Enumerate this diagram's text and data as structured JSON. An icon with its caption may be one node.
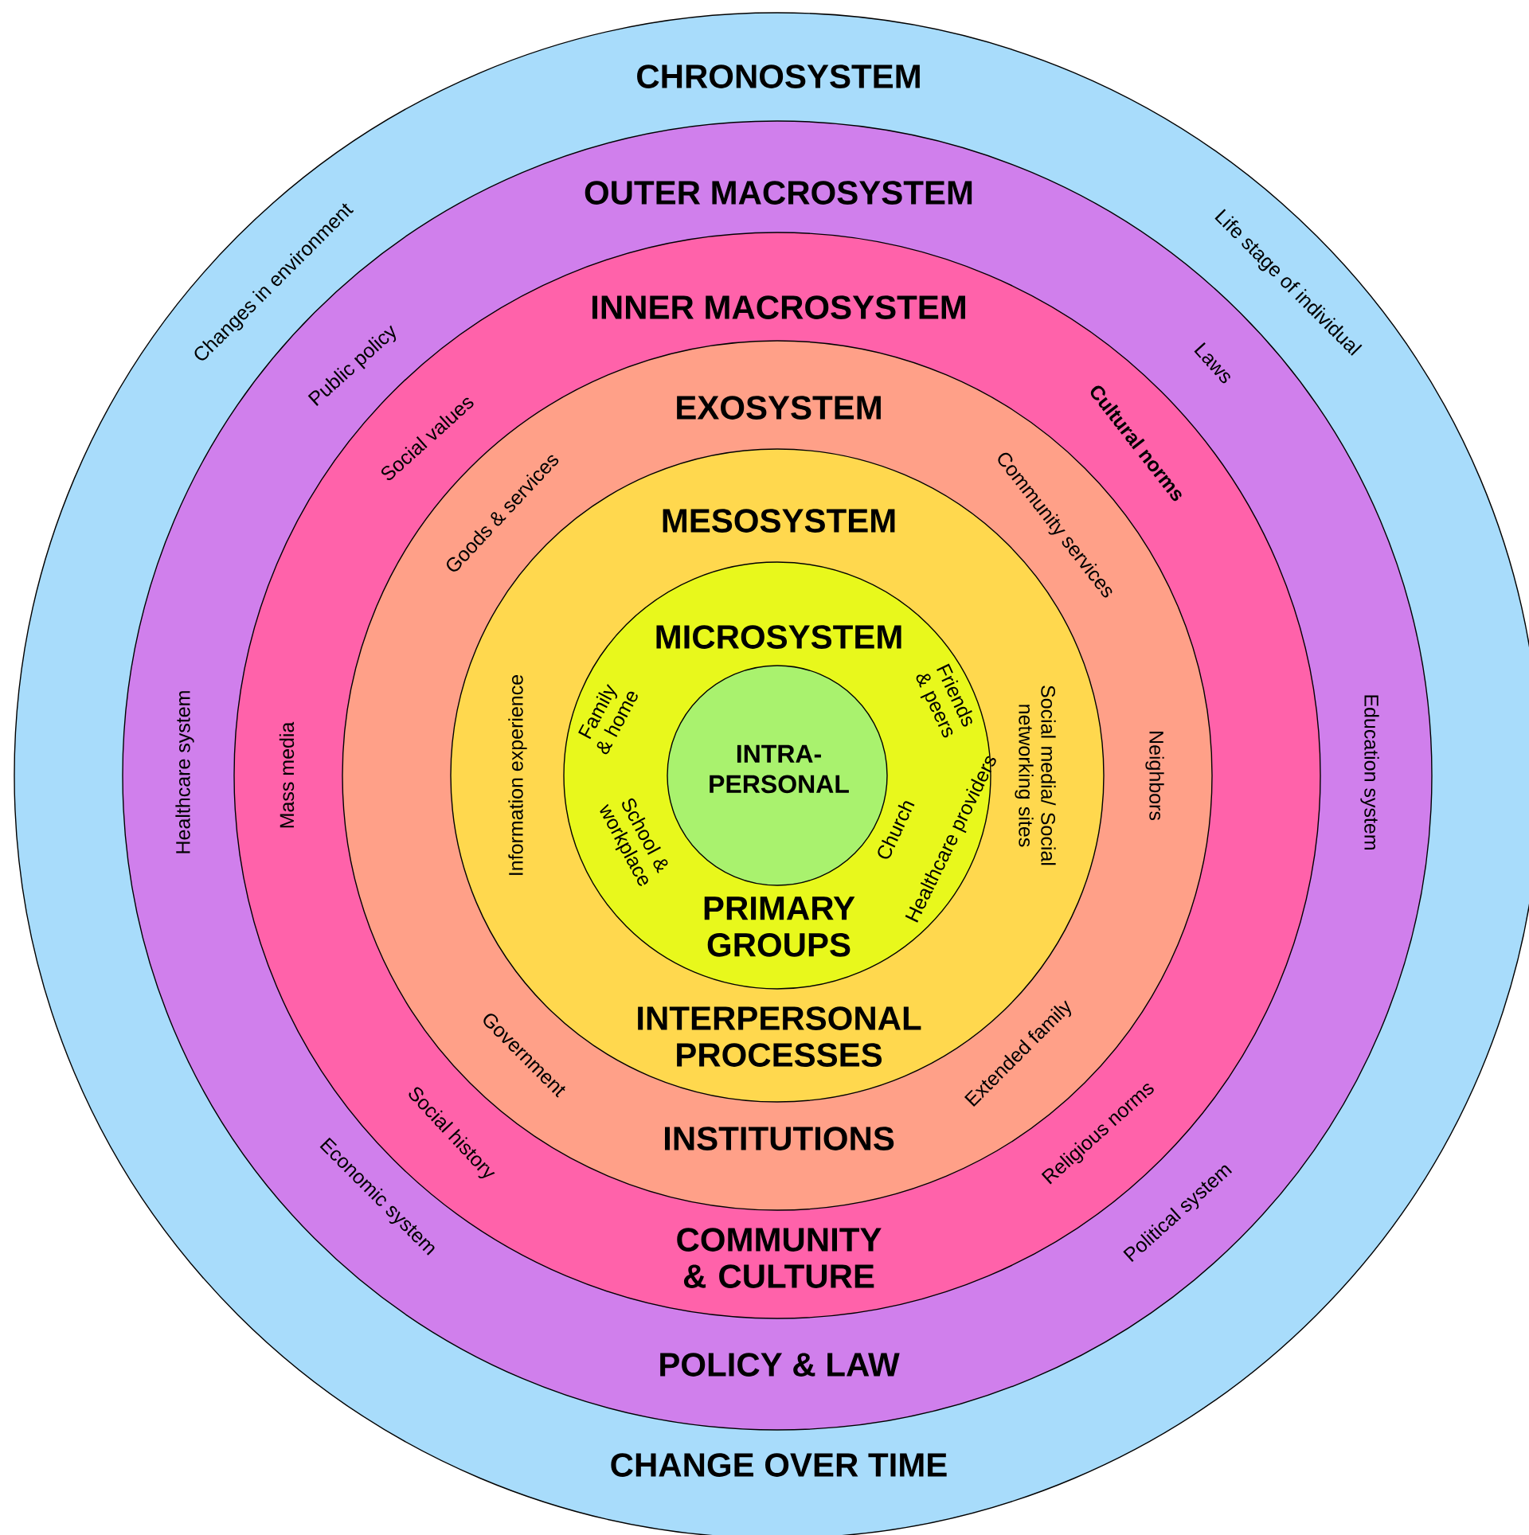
{
  "diagram": {
    "nodes": [
      {
        "text": [
          "CHRONOSYSTEM",
          "CHANGE OVER TIME",
          "Changes in environment",
          "Life stage of individual"
        ]
      },
      {
        "text": [
          "OUTER MACROSYSTEM",
          "POLICY & LAW",
          "Public policy",
          "Laws",
          "Healthcare system",
          "Education system",
          "Economic system",
          "Political system"
        ],
        "in": 0
      },
      {
        "text": [
          "INNER MACROSYSTEM",
          "COMMUNITY & CULTURE",
          "Social values",
          "Cultural norms",
          "Mass media",
          "Social history",
          "Religious norms"
        ],
        "in": 1
      },
      {
        "text": [
          "EXOSYSTEM",
          "INSTITUTIONS",
          "Goods & services",
          "Community services",
          "Neighbors",
          "Government",
          "Extended family"
        ],
        "in": 2
      },
      {
        "text": [
          "MESOSYSTEM",
          "INTERPERSONAL PROCESSES",
          "Information experience",
          "Social media/ Social networking sites"
        ],
        "in": 3
      },
      {
        "text": [
          "MICROSYSTEM",
          "PRIMARY GROUPS",
          "Family & home",
          "Friends & peers",
          "School & workplace",
          "Church",
          "Healthcare providers"
        ],
        "in": 4
      },
      {
        "text": [
          "INTRA- PERSONAL"
        ],
        "in": 5
      }
    ]
  }
}
